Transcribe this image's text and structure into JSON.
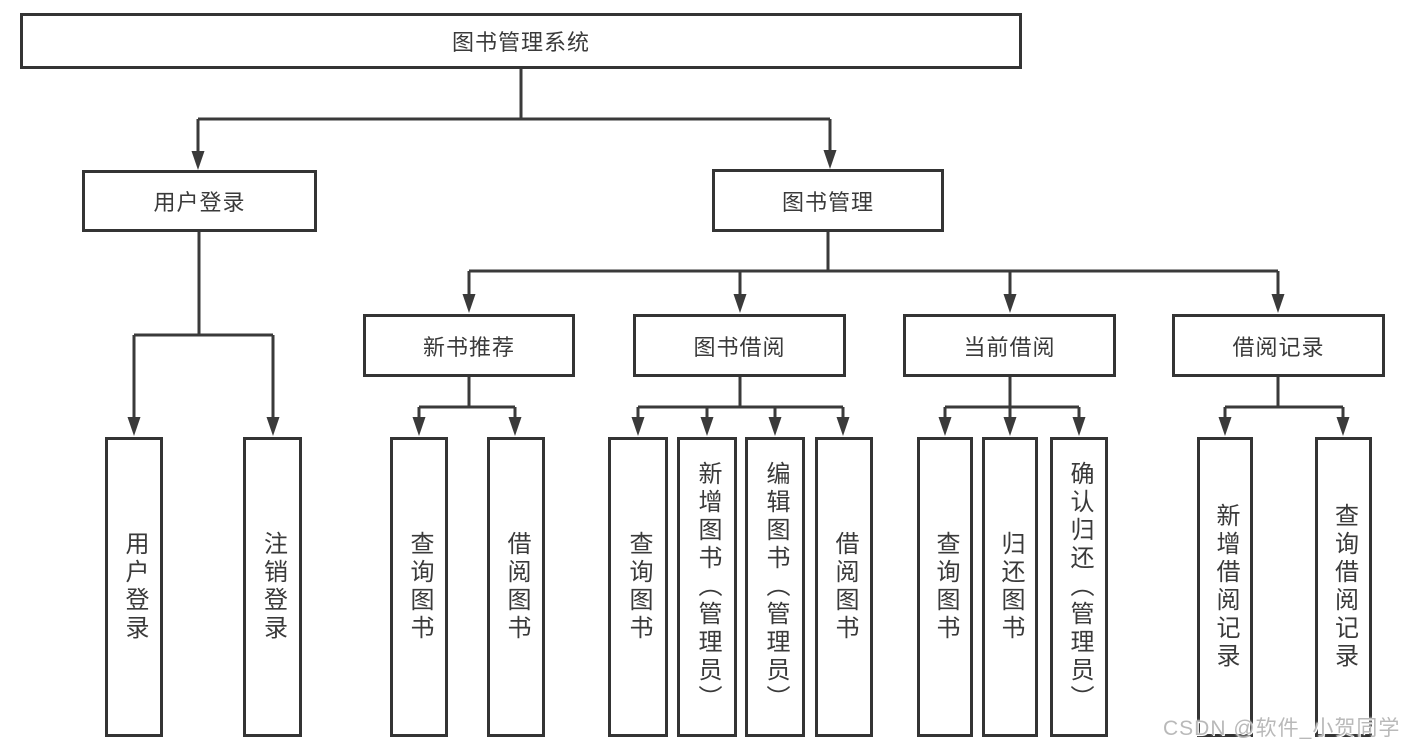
{
  "diagram": {
    "root": {
      "label": "图书管理系统",
      "children": [
        {
          "label": "用户登录",
          "children": [
            {
              "label": "用户登录"
            },
            {
              "label": "注销登录"
            }
          ]
        },
        {
          "label": "图书管理",
          "children": [
            {
              "label": "新书推荐",
              "children": [
                {
                  "label": "查询图书"
                },
                {
                  "label": "借阅图书"
                }
              ]
            },
            {
              "label": "图书借阅",
              "children": [
                {
                  "label": "查询图书"
                },
                {
                  "label": "新增图书（管理员）"
                },
                {
                  "label": "编辑图书（管理员）"
                },
                {
                  "label": "借阅图书"
                }
              ]
            },
            {
              "label": "当前借阅",
              "children": [
                {
                  "label": "查询图书"
                },
                {
                  "label": "归还图书"
                },
                {
                  "label": "确认归还（管理员）"
                }
              ]
            },
            {
              "label": "借阅记录",
              "children": [
                {
                  "label": "新增借阅记录"
                },
                {
                  "label": "查询借阅记录"
                }
              ]
            }
          ]
        }
      ]
    }
  },
  "watermark": {
    "text": "CSDN @软件_小贺同学"
  },
  "colors": {
    "line": "#3a3a3a",
    "box_border": "#343434",
    "box_fill": "#ffffff",
    "text": "#3a3a3a",
    "watermark_text": "#b9b9b9",
    "background": "#ffffff"
  }
}
